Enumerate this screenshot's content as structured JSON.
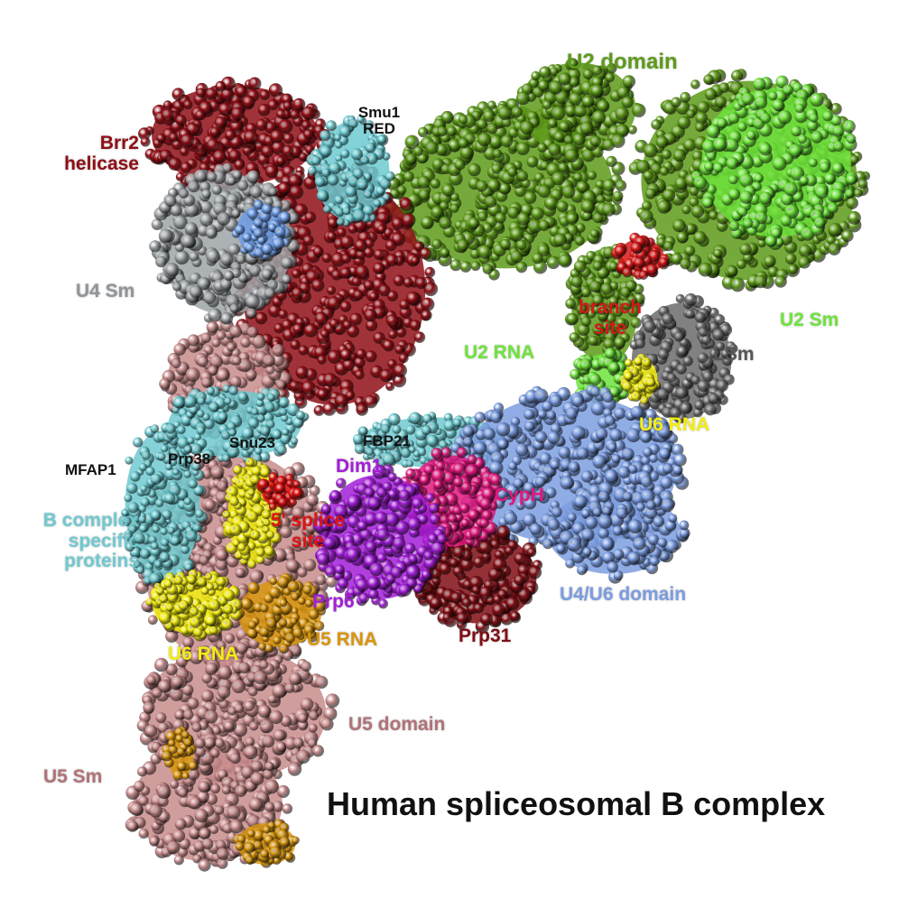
{
  "title": "Human spliceosomal B complex",
  "colors": {
    "u2_domain": "#5e9a1a",
    "u2_sm": "#6fe33c",
    "brr2": "#8f0f16",
    "u4_sm": "#9ea3a6",
    "u4_sm_core": "#6f9ee6",
    "smu1_red": "#6ccad1",
    "b_complex": "#6fcad0",
    "u5_domain": "#c88c8c",
    "u5_rna": "#d8960e",
    "u6_rna": "#f3ee12",
    "u4u6_domain": "#7c9de0",
    "lsm": "#6b6b6b",
    "dim1": "#a21fd7",
    "cyph": "#e2187f",
    "prp31": "#7f0e14",
    "five_ss": "#e01212",
    "branch_site": "#d81818",
    "label_black": "#111111"
  },
  "labels": {
    "u2_domain": "U2 domain",
    "brr2": {
      "line1": "Brr2",
      "line2": "helicase"
    },
    "smu1": {
      "line1": "Smu1",
      "line2": "RED"
    },
    "u4_sm": "U4 Sm",
    "branch": {
      "line1": "branch",
      "line2": "site"
    },
    "u2_sm": "U2 Sm",
    "u2_rna": "U2 RNA",
    "lsm": "LSm",
    "u6_rna_right": "U6 RNA",
    "fbp21": "FBP21",
    "snu23": "Snu23",
    "mfap1": "MFAP1",
    "prp38": "Prp38",
    "dim1": "Dim1",
    "cyph": "CypH",
    "b_complex": {
      "line1": "B complex",
      "line2": "specific",
      "line3": "proteins"
    },
    "splice5": {
      "line1": "5' splice",
      "line2": "site"
    },
    "prp6": "Prp6",
    "u4u6": "U4/U6 domain",
    "u6_rna_left": "U6 RNA",
    "u5_rna": "U5 RNA",
    "prp31": "Prp31",
    "u5_domain": "U5 domain",
    "u5_sm": "U5 Sm"
  }
}
